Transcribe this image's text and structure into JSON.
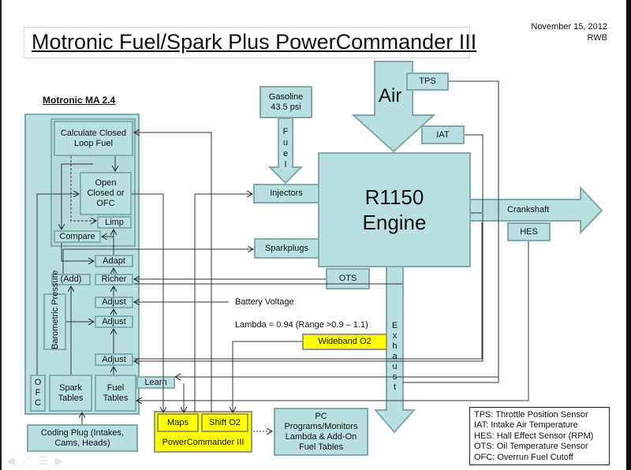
{
  "title": "Motronic Fuel/Spark Plus PowerCommander III",
  "date": "November 15, 2012",
  "author": "RWB",
  "motronic": {
    "heading": "Motronic MA 2.4",
    "calc_closed_loop": "Calculate Closed Loop Fuel",
    "open_closed": "Open Closed or OFC",
    "limp": "Limp",
    "compare": "Compare",
    "adapt": "Adapt",
    "add": "(Add)",
    "richer": "Richer",
    "adjust1": "Adjust",
    "adjust2": "Adjust",
    "adjust3": "Adjust",
    "barometric": "Barometric Pressure",
    "ofc_letters": [
      "O",
      "F",
      "C"
    ],
    "spark_tables": "Spark Tables",
    "fuel_tables": "Fuel Tables",
    "learn": "Learn",
    "coding_plug": "Coding Plug (Intakes, Cams, Heads)"
  },
  "engine": {
    "name_line1": "R1150",
    "name_line2": "Engine",
    "air": "Air",
    "tps": "TPS",
    "iat": "IAT",
    "injectors": "Injectors",
    "sparkplugs": "Sparkplugs",
    "ots": "OTS",
    "crankshaft": "Crankshaft",
    "hes": "HES",
    "gasoline": "Gasoline 43.5 psi",
    "fuel_letters": [
      "F",
      "u",
      "e",
      "l"
    ],
    "exhaust_letters": [
      "E",
      "x",
      "h",
      "a",
      "u",
      "s",
      "t"
    ]
  },
  "signals": {
    "battery_voltage": "Battery Voltage",
    "lambda": "Lambda = 0.94 (Range >0.9 – 1.1)",
    "wideband": "Wideband  O2"
  },
  "powercommander": {
    "maps": "Maps",
    "shift_o2": "Shift O2",
    "name": "PowerCommander  III",
    "pc": "PC Programs/Monitors Lambda & Add-On Fuel Tables"
  },
  "legend": [
    "TPS: Throttle Position Sensor",
    "IAT:  Intake Air Temperature",
    "HES: Hall Effect Sensor (RPM)",
    "OTS: Oil Temperature Sensor",
    "OFC: Overrun Fuel Cutoff"
  ],
  "colors": {
    "box_fill": "#b9dfe3",
    "box_border": "#7fa9ad",
    "highlight": "#ffff00"
  }
}
